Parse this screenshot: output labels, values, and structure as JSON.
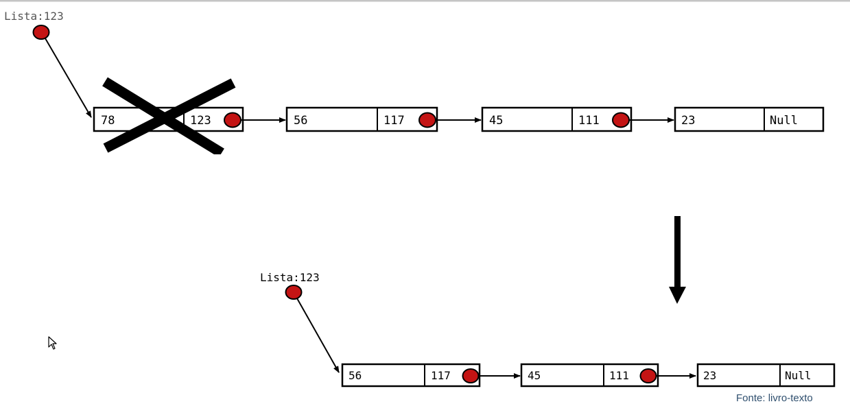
{
  "before": {
    "pointer_label": "Lista:123",
    "nodes": [
      {
        "value": "78",
        "next": "123"
      },
      {
        "value": "56",
        "next": "117"
      },
      {
        "value": "45",
        "next": "111"
      },
      {
        "value": "23",
        "next": "Null"
      }
    ]
  },
  "after": {
    "pointer_label": "Lista:123",
    "nodes": [
      {
        "value": "56",
        "next": "117"
      },
      {
        "value": "45",
        "next": "111"
      },
      {
        "value": "23",
        "next": "Null"
      }
    ]
  },
  "source_caption": "Fonte: livro-texto",
  "colors": {
    "pointer_dot": "#c41414",
    "line": "#000000",
    "label_gray": "#555555"
  },
  "icons": {
    "cross_mark": "x-mark-icon",
    "transition_arrow": "down-arrow-icon",
    "cursor": "mouse-pointer-icon"
  }
}
